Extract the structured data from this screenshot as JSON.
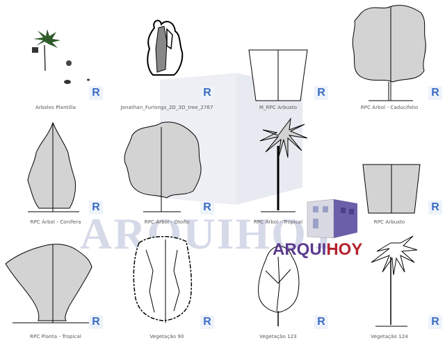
{
  "thumbnails": [
    {
      "label": "Arboles Plantilla",
      "icon": "revit-r-icon",
      "badge": "R"
    },
    {
      "label": "Jonathan_Furlongs_2D_3D_tree_2767",
      "icon": "revit-r-icon",
      "badge": "R"
    },
    {
      "label": "M_RPC Arbusto",
      "icon": "revit-r-icon",
      "badge": "R"
    },
    {
      "label": "RPC Árbol - Caducifolio",
      "icon": "revit-r-icon",
      "badge": "R"
    },
    {
      "label": "RPC Árbol - Conífera",
      "icon": "revit-r-icon",
      "badge": "R"
    },
    {
      "label": "RPC Árbol - Otoño",
      "icon": "revit-r-icon",
      "badge": "R"
    },
    {
      "label": "RPC Árbol - Tropical",
      "icon": "revit-r-icon",
      "badge": "R"
    },
    {
      "label": "RPC Arbusto",
      "icon": "revit-r-icon",
      "badge": "R"
    },
    {
      "label": "RPC Planta - Tropical",
      "icon": "revit-r-icon",
      "badge": "R"
    },
    {
      "label": "Vegetação 90",
      "icon": "revit-r-icon",
      "badge": "R"
    },
    {
      "label": "Vegetação 123",
      "icon": "revit-r-icon",
      "badge": "R"
    },
    {
      "label": "Vegetação 124",
      "icon": "revit-r-icon",
      "badge": "R"
    }
  ],
  "watermark": {
    "text": "ARQUIHOY"
  },
  "logo": {
    "part1": "ARQUI",
    "part2": "HOY",
    "color1": "#5b3a8f",
    "color2": "#b4232d"
  },
  "colors": {
    "revit_blue": "#3a6cc2",
    "foliage_gray": "#d3d3d3"
  }
}
